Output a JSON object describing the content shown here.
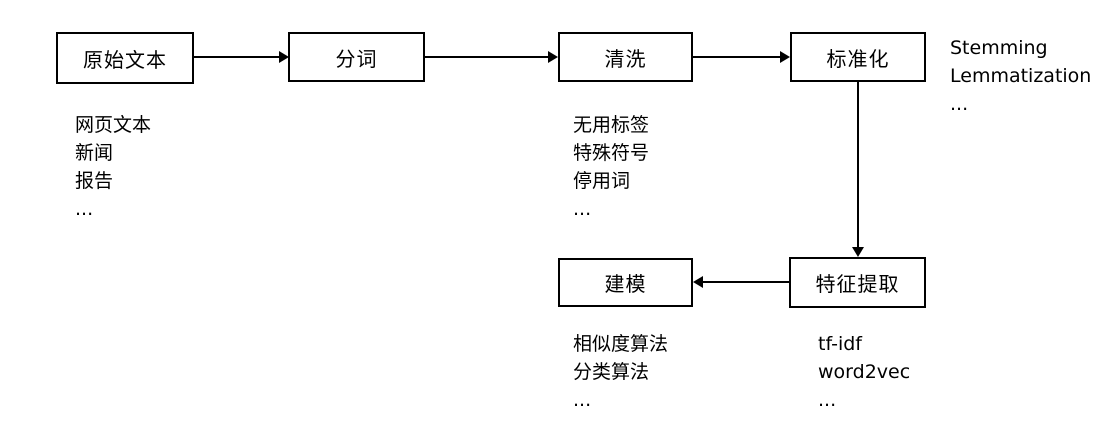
{
  "diagram": {
    "boxes": [
      {
        "id": "raw-text",
        "label": "原始文本"
      },
      {
        "id": "segmentation",
        "label": "分词"
      },
      {
        "id": "cleaning",
        "label": "清洗"
      },
      {
        "id": "normalization",
        "label": "标准化"
      },
      {
        "id": "modeling",
        "label": "建模"
      },
      {
        "id": "feature-extraction",
        "label": "特征提取"
      }
    ],
    "annotations": [
      {
        "for": "raw-text",
        "lines": [
          "网页文本",
          "新闻",
          "报告",
          "..."
        ]
      },
      {
        "for": "cleaning",
        "lines": [
          "无用标签",
          "特殊符号",
          "停用词",
          "..."
        ]
      },
      {
        "for": "normalization",
        "lines": [
          "Stemming",
          "Lemmatization",
          "..."
        ]
      },
      {
        "for": "modeling",
        "lines": [
          "相似度算法",
          "分类算法",
          "..."
        ]
      },
      {
        "for": "feature-extraction",
        "lines": [
          "tf-idf",
          "word2vec",
          "..."
        ]
      }
    ],
    "arrows": [
      {
        "from": "raw-text",
        "to": "segmentation",
        "direction": "right"
      },
      {
        "from": "segmentation",
        "to": "cleaning",
        "direction": "right"
      },
      {
        "from": "cleaning",
        "to": "normalization",
        "direction": "right"
      },
      {
        "from": "normalization",
        "to": "feature-extraction",
        "direction": "down"
      },
      {
        "from": "feature-extraction",
        "to": "modeling",
        "direction": "left"
      }
    ],
    "colors": {
      "background": "#ffffff",
      "box_border": "#000000",
      "text": "#000000"
    }
  }
}
